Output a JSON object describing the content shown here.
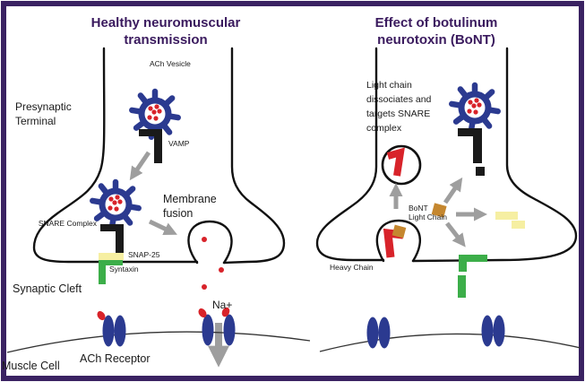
{
  "diagram": {
    "description": "Comparison diagram of healthy neuromuscular transmission vs effect of botulinum neurotoxin",
    "border_color": "#3a2262",
    "background": "#ffffff"
  },
  "palette": {
    "title_purple": "#3a1a5e",
    "vesicle_blue": "#2b3a90",
    "ach_red": "#d8232a",
    "syntaxin_green": "#3cae49",
    "snap25_yellow": "#f6efa2",
    "light_chain_orange": "#c5872f",
    "arrow_gray": "#9e9e9e",
    "outline_black": "#111111"
  },
  "left_panel": {
    "title_line1": "Healthy neuromuscular",
    "title_line2": "transmission",
    "labels": {
      "ach_vesicle": "ACh Vesicle",
      "presynaptic_line1": "Presynaptic",
      "presynaptic_line2": "Terminal",
      "vamp": "VAMP",
      "snare_complex": "SNARE Complex",
      "membrane_fusion_line1": "Membrane",
      "membrane_fusion_line2": "fusion",
      "snap25": "SNAP-25",
      "syntaxin": "Syntaxin",
      "synaptic_cleft": "Synaptic Cleft",
      "sodium": "Na+",
      "ach_receptor": "ACh Receptor",
      "muscle_cell": "Muscle Cell"
    }
  },
  "right_panel": {
    "title_line1": "Effect of botulinum",
    "title_line2": "neurotoxin (BoNT)",
    "labels": {
      "light_chain_line1": "Light chain",
      "light_chain_line2": "dissociates and",
      "light_chain_line3": "targets SNARE",
      "light_chain_line4": "complex",
      "bont_line1": "BoNT",
      "bont_line2": "Light Chain",
      "heavy_chain": "Heavy Chain"
    }
  }
}
